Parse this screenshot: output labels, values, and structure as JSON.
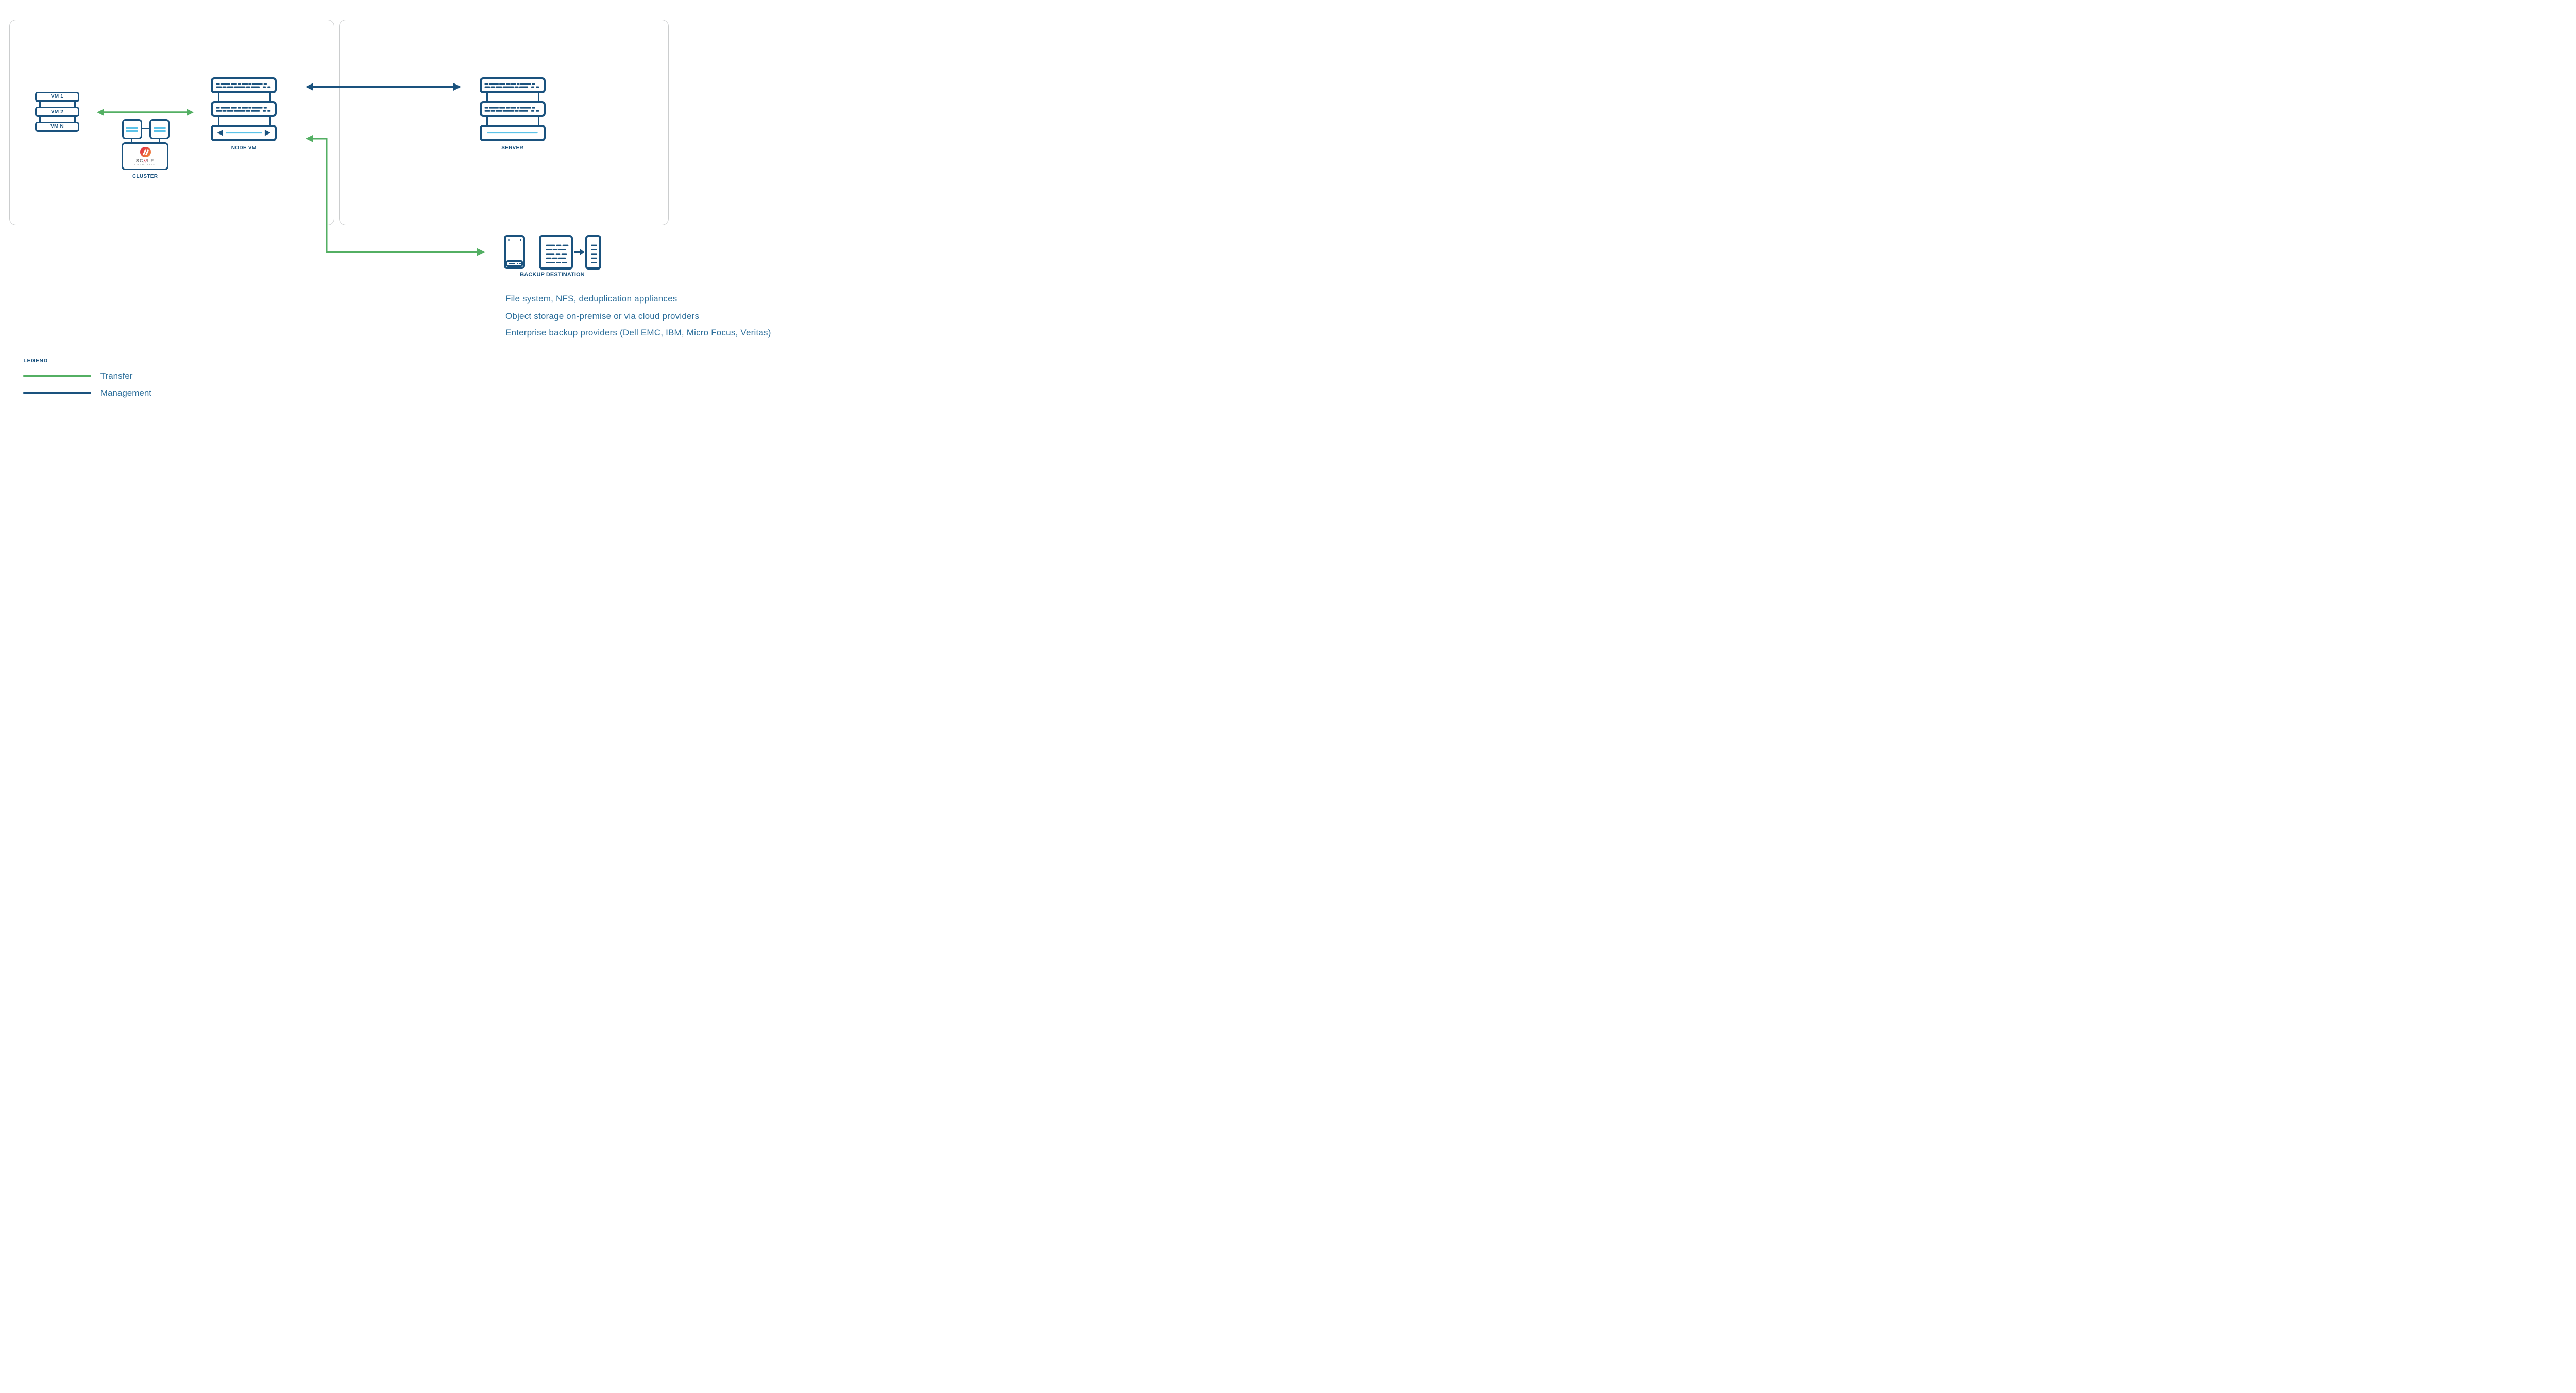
{
  "vm_stack": {
    "items": [
      {
        "label": "VM 1"
      },
      {
        "label": "VM 2"
      },
      {
        "label": "VM N"
      }
    ]
  },
  "cluster": {
    "label": "CLUSTER",
    "logo": {
      "sc": "SC",
      "slashes": "//",
      "le": "LE",
      "subtitle": "COMPUTING"
    }
  },
  "node_vm": {
    "label": "NODE VM"
  },
  "server": {
    "label": "SERVER"
  },
  "backup": {
    "label": "BACKUP DESTINATION",
    "notes": [
      "File system, NFS, deduplication appliances",
      "Object storage on-premise or via cloud providers",
      "Enterprise backup providers (Dell EMC, IBM, Micro Focus, Veritas)"
    ]
  },
  "legend": {
    "title": "LEGEND",
    "items": [
      {
        "label": "Transfer",
        "color": "#53AF63"
      },
      {
        "label": "Management",
        "color": "#1A527E"
      }
    ]
  },
  "arrows": [
    {
      "type": "Transfer",
      "color": "#53AF63",
      "between": "VM stack and Node VM"
    },
    {
      "type": "Management",
      "color": "#1A527E",
      "between": "Node VM and Server"
    },
    {
      "type": "Transfer",
      "color": "#53AF63",
      "between": "Node VM and Backup Destination"
    }
  ],
  "colors": {
    "navy": "#1A527E",
    "green": "#53AF63",
    "light_blue": "#5BC2E8",
    "note_text": "#2D6F9B",
    "panel_border": "#CBCDCE",
    "logo_red": "#E23843",
    "logo_orange": "#F0833B",
    "logo_gray": "#77787B"
  }
}
